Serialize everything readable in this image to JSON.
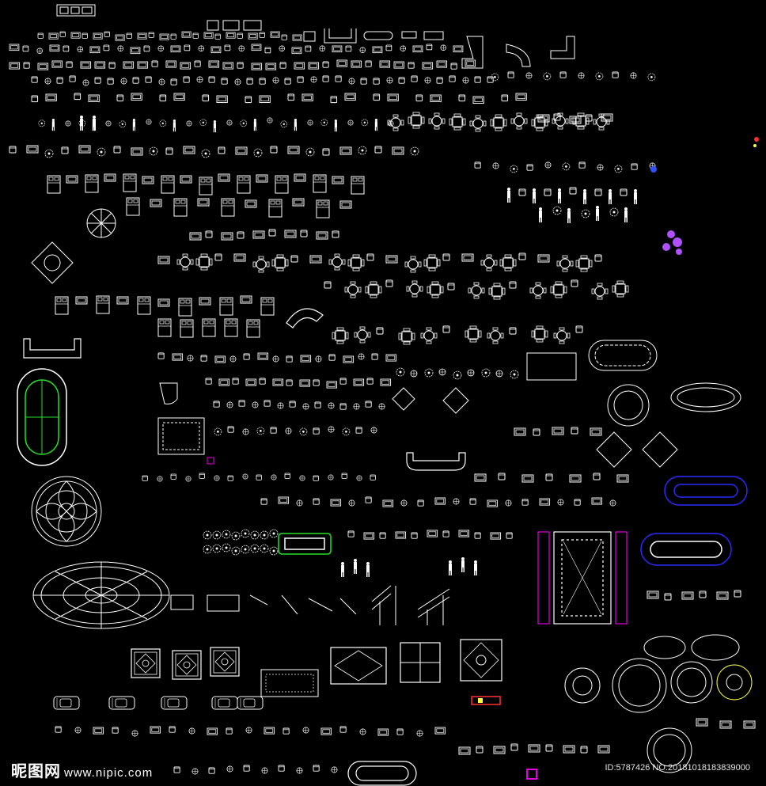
{
  "app": {
    "title": "",
    "canvas_background": "#000000"
  },
  "colors": {
    "line": "#ffffff",
    "green": "#28e028",
    "magenta": "#e000e0",
    "blue": "#2a2aff",
    "yellow": "#ffff40",
    "purple": "#b050ff",
    "red": "#ff3030"
  },
  "watermark": {
    "site_name": "昵图网",
    "site_url": "www.nipic.com",
    "image_id": "ID:5787426 NO:20181018183839000"
  },
  "plate_label": "",
  "icons": [
    "sofa-icon",
    "chair-icon",
    "bed-icon",
    "table-icon",
    "plant-icon",
    "car-icon",
    "person-icon",
    "carpet-icon",
    "stair-icon",
    "piano-icon"
  ]
}
